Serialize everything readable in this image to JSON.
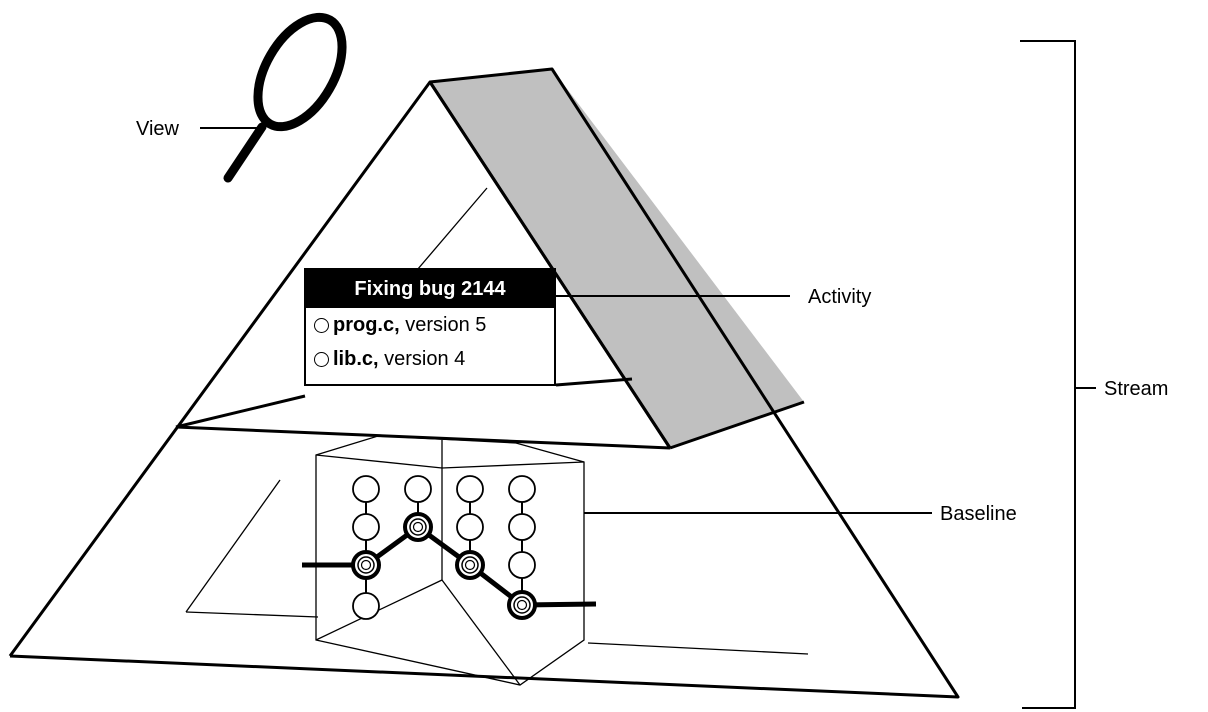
{
  "labels": {
    "view": "View",
    "activity": "Activity",
    "stream": "Stream",
    "baseline": "Baseline"
  },
  "activity_card": {
    "title": "Fixing bug 2144",
    "items": [
      {
        "file": "prog.c,",
        "version": "version 5"
      },
      {
        "file": "lib.c,",
        "version": "version 4"
      }
    ]
  },
  "colors": {
    "ink": "#000000",
    "activity_band": "#c0c0c0",
    "background": "#ffffff"
  },
  "icons": [
    "magnifier-icon",
    "radio-circle-icon"
  ]
}
